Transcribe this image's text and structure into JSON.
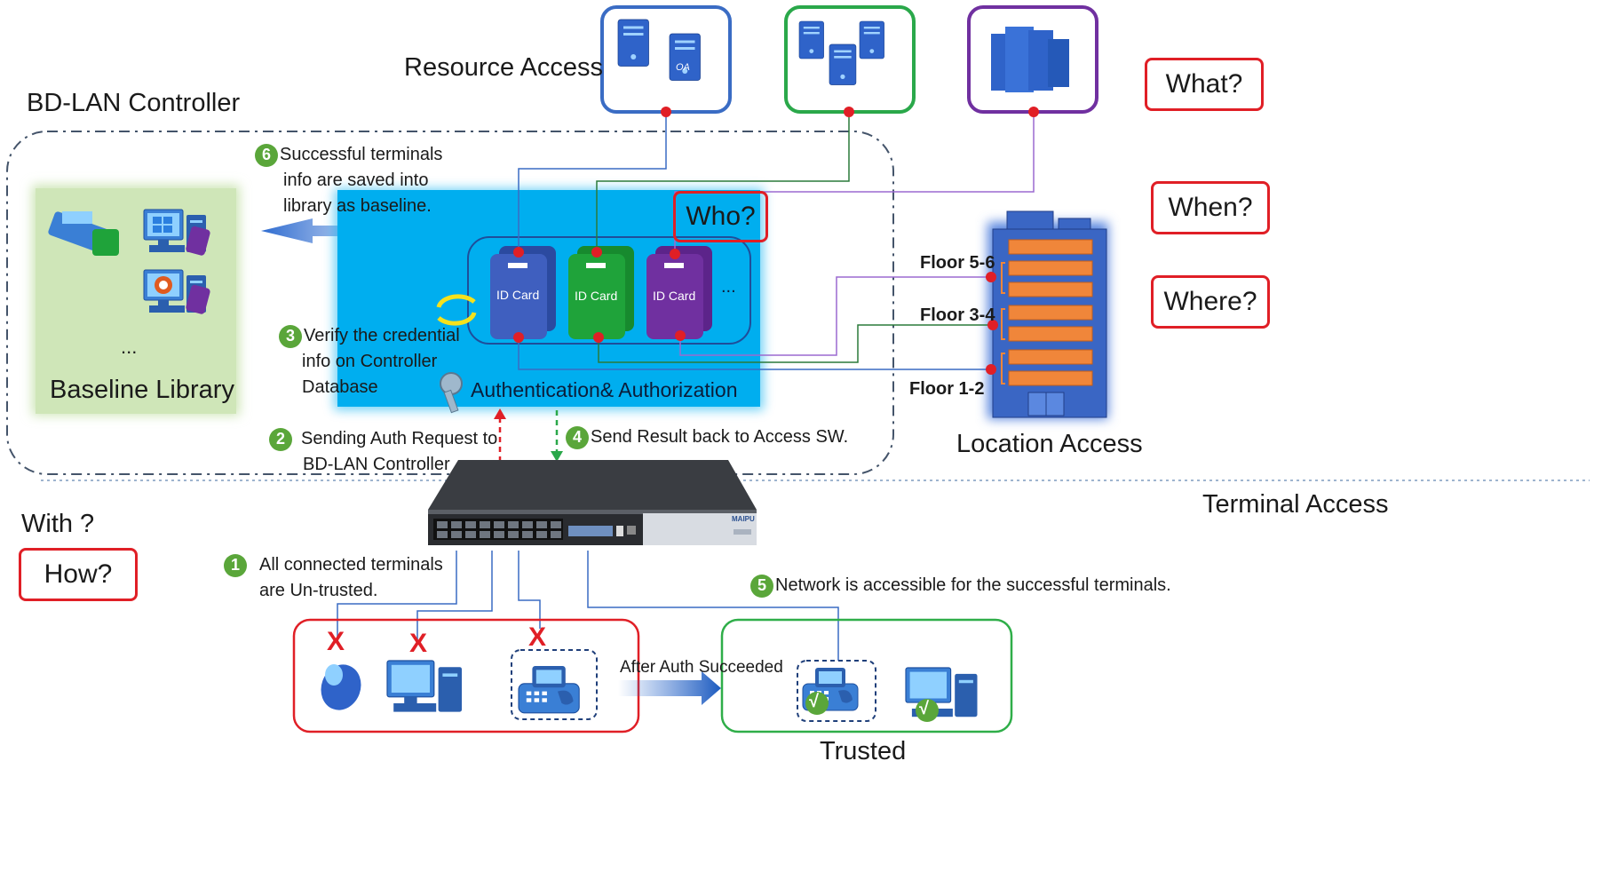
{
  "headings": {
    "controller": "BD-LAN Controller",
    "resource_access": "Resource Access",
    "location_access": "Location Access",
    "terminal_access": "Terminal Access",
    "with": "With ?",
    "trusted": "Trusted",
    "baseline_library": "Baseline Library",
    "baseline_ellipsis": "...",
    "auth_title": "Authentication& Authorization",
    "card_ellipsis": "..."
  },
  "questions": {
    "what": "What?",
    "who": "Who?",
    "when": "When?",
    "where": "Where?",
    "how": "How?"
  },
  "id_cards": [
    "ID Card",
    "ID Card",
    "ID Card"
  ],
  "floors": [
    "Floor 5-6",
    "Floor 3-4",
    "Floor 1-2"
  ],
  "steps": [
    {
      "num": "1",
      "line1": "All connected terminals",
      "line2": "are Un-trusted."
    },
    {
      "num": "2",
      "line1": "Sending Auth Request to",
      "line2": "BD-LAN Controller"
    },
    {
      "num": "3",
      "line1": "Verify the credential",
      "line2": "info on Controller",
      "line3": "Database"
    },
    {
      "num": "4",
      "line1": "Send Result back to Access SW."
    },
    {
      "num": "5",
      "line1": "Network is accessible for the successful terminals."
    },
    {
      "num": "6",
      "line1": "Successful terminals",
      "line2": "info are saved into",
      "line3": "library as baseline."
    }
  ],
  "arrow_label": "After Auth Succeeded",
  "marks": {
    "reject": "X",
    "accept": "√"
  },
  "switch_brand": "MAIPU",
  "server_label": "OA",
  "colors": {
    "auth_panel": "#00aeef",
    "baseline_panel": "#cfe6b8",
    "question_border": "#e01f26",
    "card_blue": "#3f5fbf",
    "card_green": "#1fa33a",
    "card_purple": "#7030a0",
    "building": "#3a66c4",
    "building_floor": "#f0863a",
    "untrusted_border": "#e01f26",
    "trusted_border": "#2fae49"
  }
}
